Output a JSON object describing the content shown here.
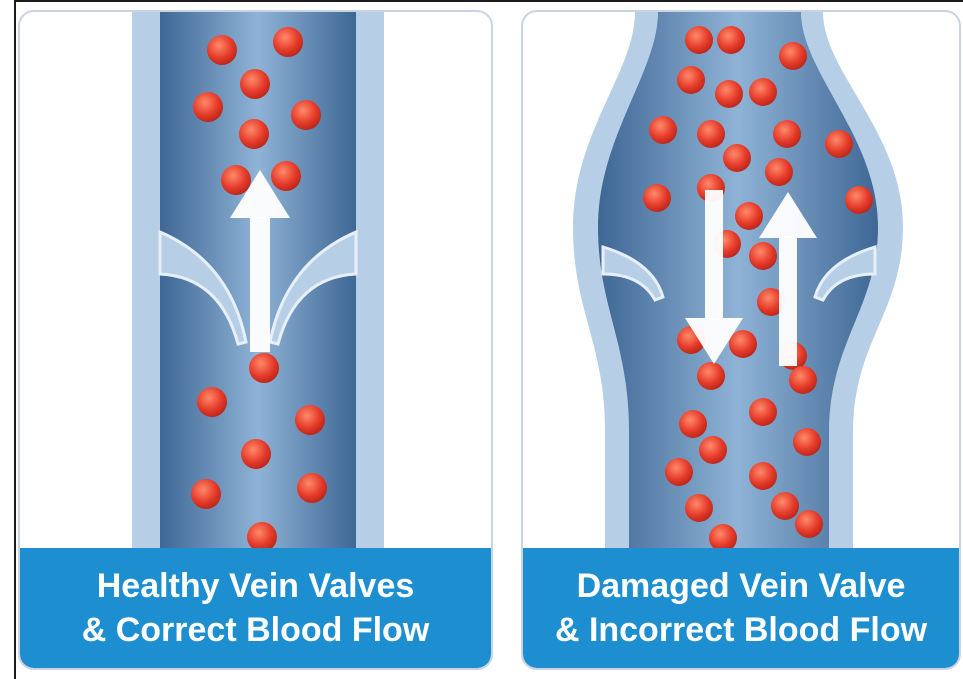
{
  "panels": [
    {
      "id": "healthy",
      "caption_line1": "Healthy Vein Valves",
      "caption_line2": "& Correct Blood Flow",
      "flow": "up"
    },
    {
      "id": "damaged",
      "caption_line1": "Damaged Vein Valve",
      "caption_line2": "& Incorrect Blood Flow",
      "flow": "up-and-down"
    }
  ],
  "colors": {
    "vein_outer": "#a9c4df",
    "vein_inner": "#4f78a6",
    "vein_core": "#8fb3d6",
    "blood_cell": "#e53b2a",
    "arrow": "#ffffff",
    "caption_bg": "#1d8fd0"
  }
}
